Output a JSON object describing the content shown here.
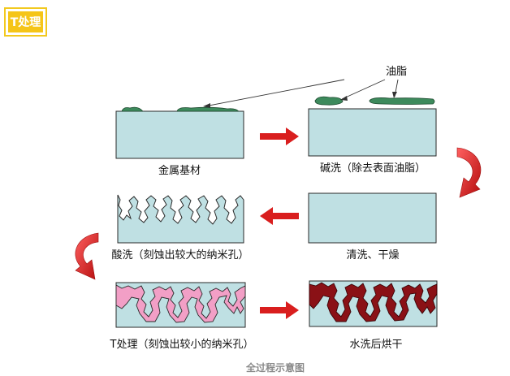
{
  "badge": {
    "label": "T处理"
  },
  "annotation": {
    "oil": "油脂"
  },
  "steps": [
    {
      "label": "金属基材"
    },
    {
      "label": "碱洗（除去表面油脂）"
    },
    {
      "label": "清洗、干燥"
    },
    {
      "label": "酸洗（刻蚀出较大的纳米孔）"
    },
    {
      "label": "T处理（刻蚀出较小的纳米孔）"
    },
    {
      "label": "水洗后烘干"
    }
  ],
  "caption": "全过程示意图",
  "colors": {
    "substrate": "#bfe0e3",
    "outline": "#2a2a2a",
    "oil": "#3d8a5c",
    "arrow": "#d91e1e",
    "t_layer": "#f29fc6",
    "resin": "#8a1116",
    "badge": "#f5c518"
  }
}
